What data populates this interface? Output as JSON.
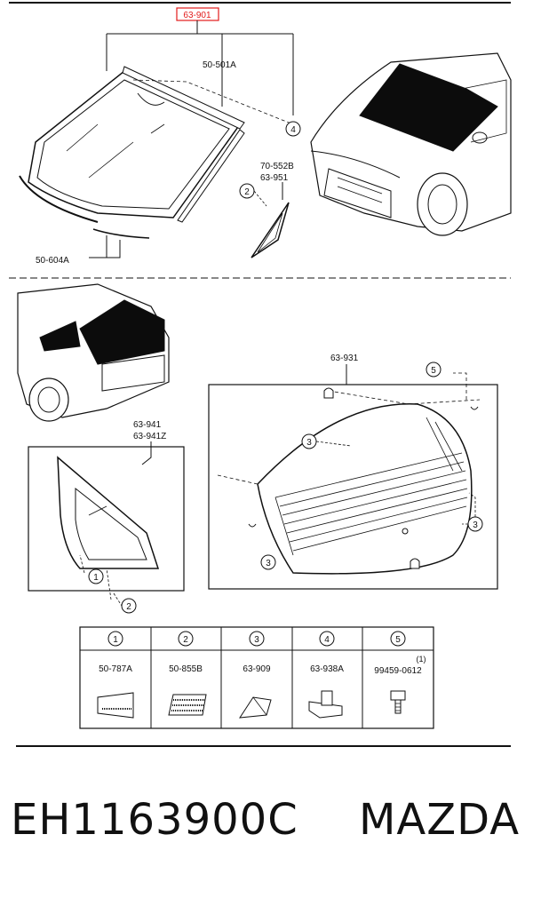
{
  "parts": {
    "windshield_assembly": "63-901",
    "windshield_molding_top": "50-501A",
    "windshield_molding_lower": "50-604A",
    "quarter_window_front": "70-552B",
    "quarter_window_front_2": "63-951",
    "quarter_glass_left": "63-941",
    "quarter_glass_right": "63-941Z",
    "rear_glass": "63-931"
  },
  "callouts": [
    "1",
    "2",
    "3",
    "4",
    "5"
  ],
  "legend": [
    {
      "num": "1",
      "part": "50-787A",
      "sup": ""
    },
    {
      "num": "2",
      "part": "50-855B",
      "sup": ""
    },
    {
      "num": "3",
      "part": "63-909",
      "sup": ""
    },
    {
      "num": "4",
      "part": "63-938A",
      "sup": ""
    },
    {
      "num": "5",
      "part": "99459-0612",
      "sup": "(1)"
    }
  ],
  "caption": {
    "part_number": "EH1163900C",
    "brand": "MAZDA"
  },
  "colors": {
    "highlight": "#e21b1b",
    "ink": "#111111",
    "glass": "#0c0c0c"
  }
}
